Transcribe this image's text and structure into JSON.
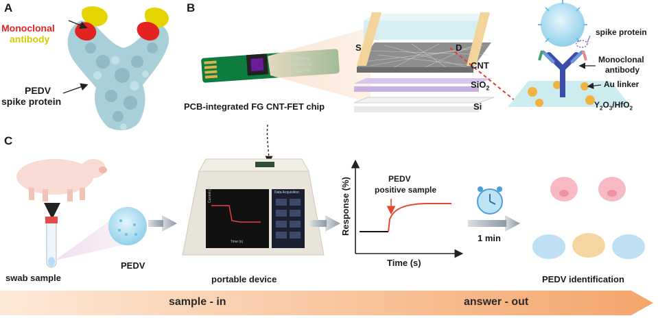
{
  "panels": {
    "a": "A",
    "b": "B",
    "c": "C"
  },
  "panel_a": {
    "monoclonal": "Monoclonal",
    "antibody": "antibody",
    "pedv_line1": "PEDV",
    "pedv_line2": "spike protein",
    "colors": {
      "monoclonal": "#e32222",
      "antibody": "#e6d400",
      "spike": "#a9cfd8"
    }
  },
  "panel_b": {
    "chip_caption": "PCB-integrated FG CNT-FET chip",
    "chip_text1": "Kaiming",
    "chip_text2": "E3B1109",
    "chip_text3": "CCC PX",
    "source": "S",
    "drain": "D",
    "cnt": "CNT",
    "sio2_base": "SiO",
    "sio2_sub": "2",
    "si": "Si",
    "spike_protein": "spike protein",
    "mono_line1": "Monoclonal",
    "mono_line2": "antibody",
    "au_linker": "Au linker",
    "oxide_a": "Y",
    "oxide_a_sub": "2",
    "oxide_b": "O",
    "oxide_b_sub": "3",
    "oxide_c": "/HfO",
    "oxide_c_sub": "2"
  },
  "panel_c": {
    "swab_sample": "swab sample",
    "pedv": "PEDV",
    "portable_device": "portable device",
    "screen_title": "Data Acquisition",
    "screen_ylabel": "Current (A)",
    "screen_xlabel": "Time (s)",
    "ylabel": "Response (%)",
    "xlabel": "Time (s)",
    "annotation_line1": "PEDV",
    "annotation_line2": "positive sample",
    "time": "1 min",
    "identification": "PEDV identification",
    "flow_left": "sample - in",
    "flow_right": "answer - out"
  }
}
